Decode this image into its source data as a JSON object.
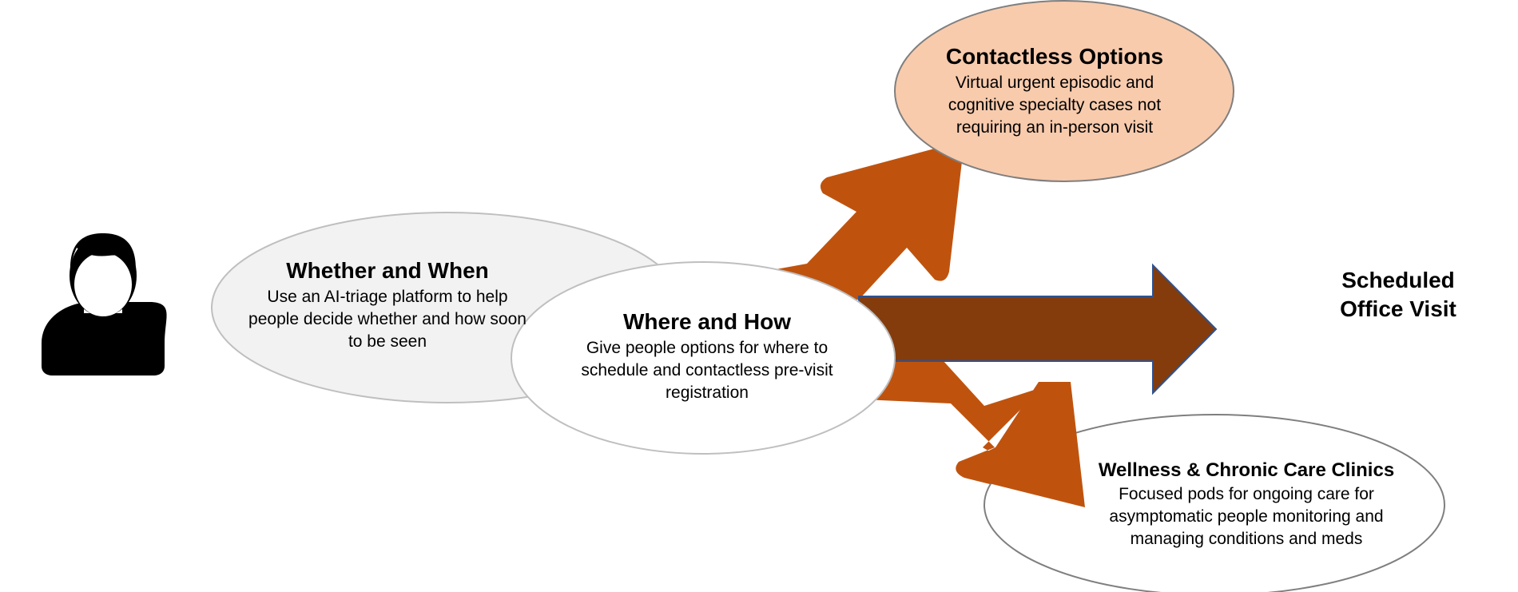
{
  "colors": {
    "arrow_orange": "#bf530e",
    "arrow_brown": "#843c0c",
    "arrow_brown_outline": "#2f528f",
    "contactless_fill": "#f8cbad",
    "whether_fill": "#f2f2f2",
    "node_fill": "#ffffff",
    "node_stroke": "#bfbfbf",
    "person_icon": "#000000"
  },
  "icons": {
    "person": "person-icon"
  },
  "nodes": {
    "whether_when": {
      "title": "Whether and When",
      "description": "Use an AI-triage platform to help people decide whether and how soon to be seen"
    },
    "where_how": {
      "title": "Where and How",
      "description": "Give people options for where to schedule and contactless pre-visit registration"
    },
    "contactless": {
      "title": "Contactless Options",
      "description": "Virtual urgent episodic and cognitive specialty cases not requiring an in-person visit"
    },
    "wellness": {
      "title": "Wellness & Chronic Care Clinics",
      "description": "Focused pods for ongoing care for asymptomatic people monitoring and managing conditions and meds"
    },
    "scheduled": {
      "label": "Scheduled Office Visit"
    }
  }
}
